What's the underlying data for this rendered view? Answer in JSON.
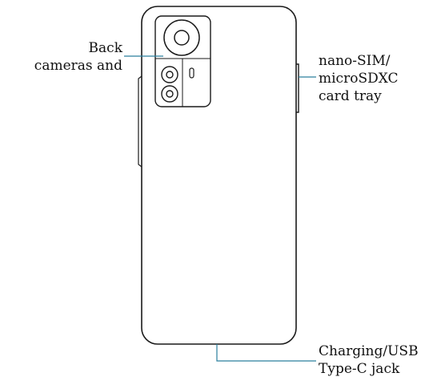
{
  "callouts": {
    "back_cameras": {
      "line1": "Back",
      "line2": "cameras and"
    },
    "sim_tray": {
      "line1": "nano-SIM/",
      "line2": "microSDXC",
      "line3": "card tray"
    },
    "usb": {
      "line1": "Charging/USB",
      "line2": "Type-C jack"
    }
  },
  "colors": {
    "outline": "#1a1a1a",
    "leader_line": "#2a7f9e",
    "background": "#ffffff"
  }
}
